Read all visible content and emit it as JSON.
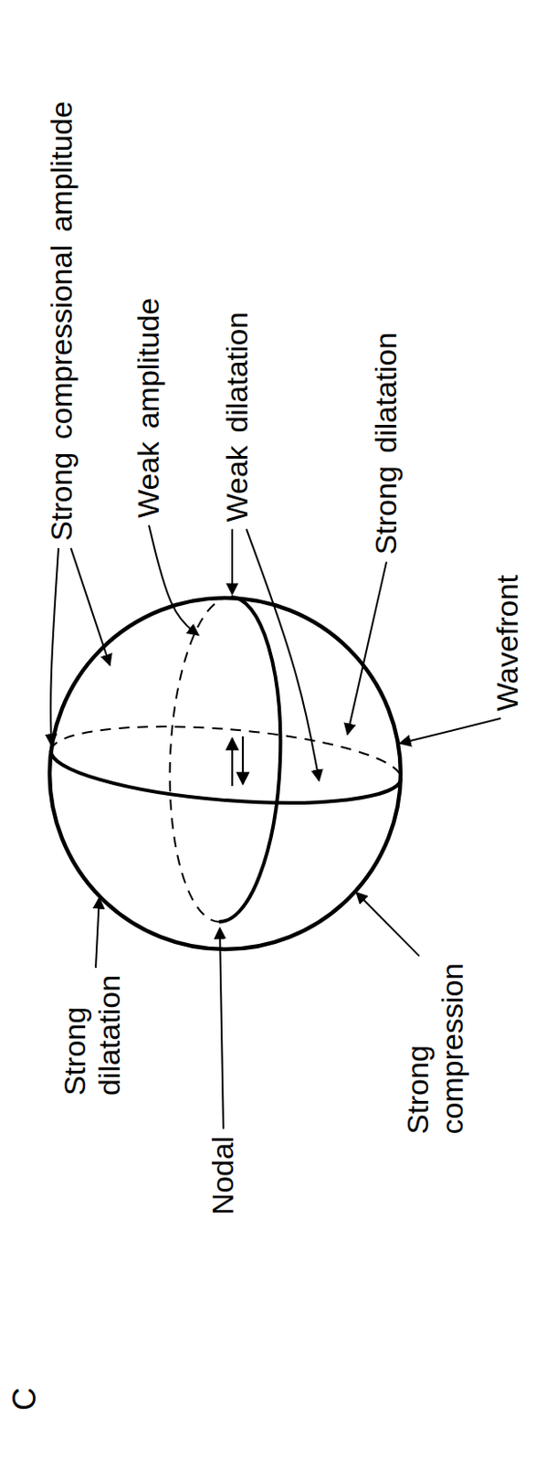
{
  "diagram": {
    "labels": [
      "Strong compressional amplitude",
      "Weak amplitude",
      "Weak dilatation",
      "Strong dilatation",
      "Wavefront",
      "Strong dilatation",
      "Nodal",
      "Strong compression",
      "C"
    ]
  }
}
